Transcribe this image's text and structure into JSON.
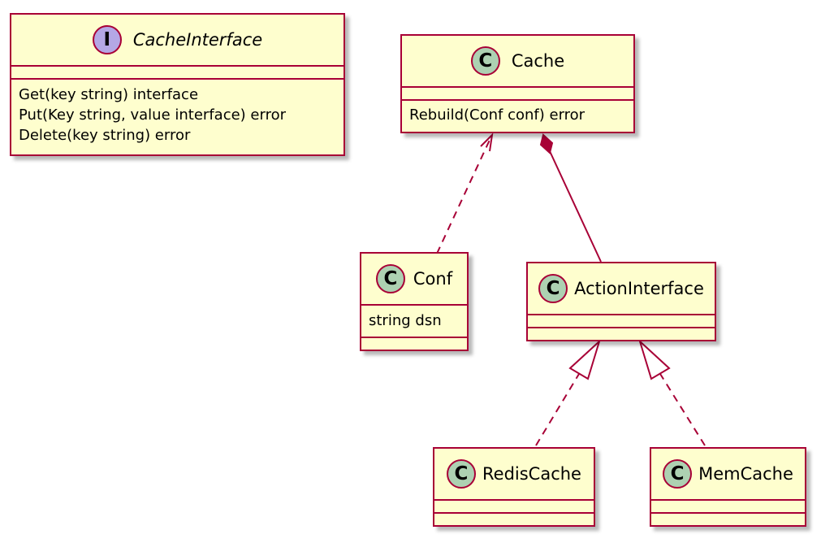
{
  "diagram": {
    "classes": {
      "cache_interface": {
        "name": "CacheInterface",
        "stereotype_letter": "I",
        "kind": "interface",
        "fields": [],
        "methods": [
          "Get(key string) interface",
          "Put(Key string, value interface) error",
          "Delete(key string) error"
        ]
      },
      "cache": {
        "name": "Cache",
        "stereotype_letter": "C",
        "kind": "class",
        "fields": [],
        "methods": [
          "Rebuild(Conf conf) error"
        ]
      },
      "conf": {
        "name": "Conf",
        "stereotype_letter": "C",
        "kind": "class",
        "fields": [
          "string dsn"
        ],
        "methods": []
      },
      "action_interface": {
        "name": "ActionInterface",
        "stereotype_letter": "C",
        "kind": "class",
        "fields": [],
        "methods": []
      },
      "redis_cache": {
        "name": "RedisCache",
        "stereotype_letter": "C",
        "kind": "class",
        "fields": [],
        "methods": []
      },
      "mem_cache": {
        "name": "MemCache",
        "stereotype_letter": "C",
        "kind": "class",
        "fields": [],
        "methods": []
      }
    },
    "relations": [
      {
        "from": "Conf",
        "to": "Cache",
        "type": "dependency",
        "style": "dashed",
        "head": "open-arrow"
      },
      {
        "from": "ActionInterface",
        "to": "Cache",
        "type": "composition",
        "style": "solid",
        "head": "filled-diamond"
      },
      {
        "from": "RedisCache",
        "to": "ActionInterface",
        "type": "realization",
        "style": "dashed",
        "head": "hollow-triangle"
      },
      {
        "from": "MemCache",
        "to": "ActionInterface",
        "type": "realization",
        "style": "dashed",
        "head": "hollow-triangle"
      }
    ],
    "colors": {
      "class_fill": "#FEFECE",
      "border": "#A80036",
      "class_badge": "#ADD1B2",
      "interface_badge": "#B4A7E5"
    }
  }
}
